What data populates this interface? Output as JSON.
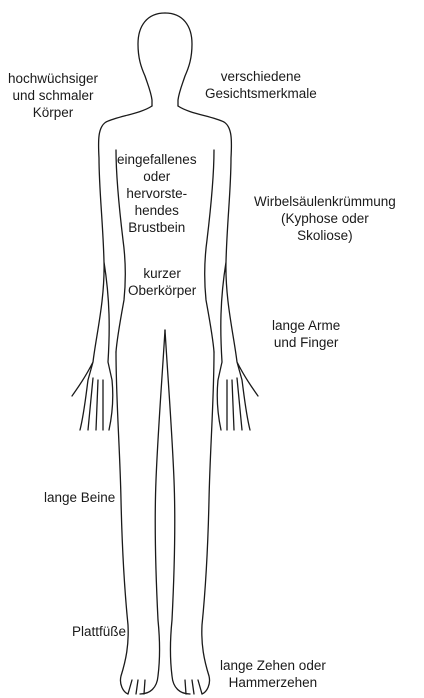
{
  "colors": {
    "outline": "#1a1a1a",
    "background": "#ffffff",
    "text": "#1a1a1a"
  },
  "labels": {
    "tall_thin_body": [
      "hochwüchsiger",
      "und schmaler",
      "Körper"
    ],
    "facial_features": [
      "verschiedene",
      "Gesichtsmerkmale"
    ],
    "chest": [
      "eingefallenes",
      "oder",
      "hervorste-",
      "hendes",
      "Brustbein"
    ],
    "spine": [
      "Wirbelsäulenkrümmung",
      "(Kyphose oder",
      "Skoliose)"
    ],
    "short_torso": [
      "kurzer",
      "Oberkörper"
    ],
    "long_arms": [
      "lange Arme",
      "und Finger"
    ],
    "long_legs": [
      "lange Beine"
    ],
    "flat_feet": [
      "Plattfüße"
    ],
    "long_toes": [
      "lange Zehen oder",
      "Hammerzehen"
    ]
  }
}
